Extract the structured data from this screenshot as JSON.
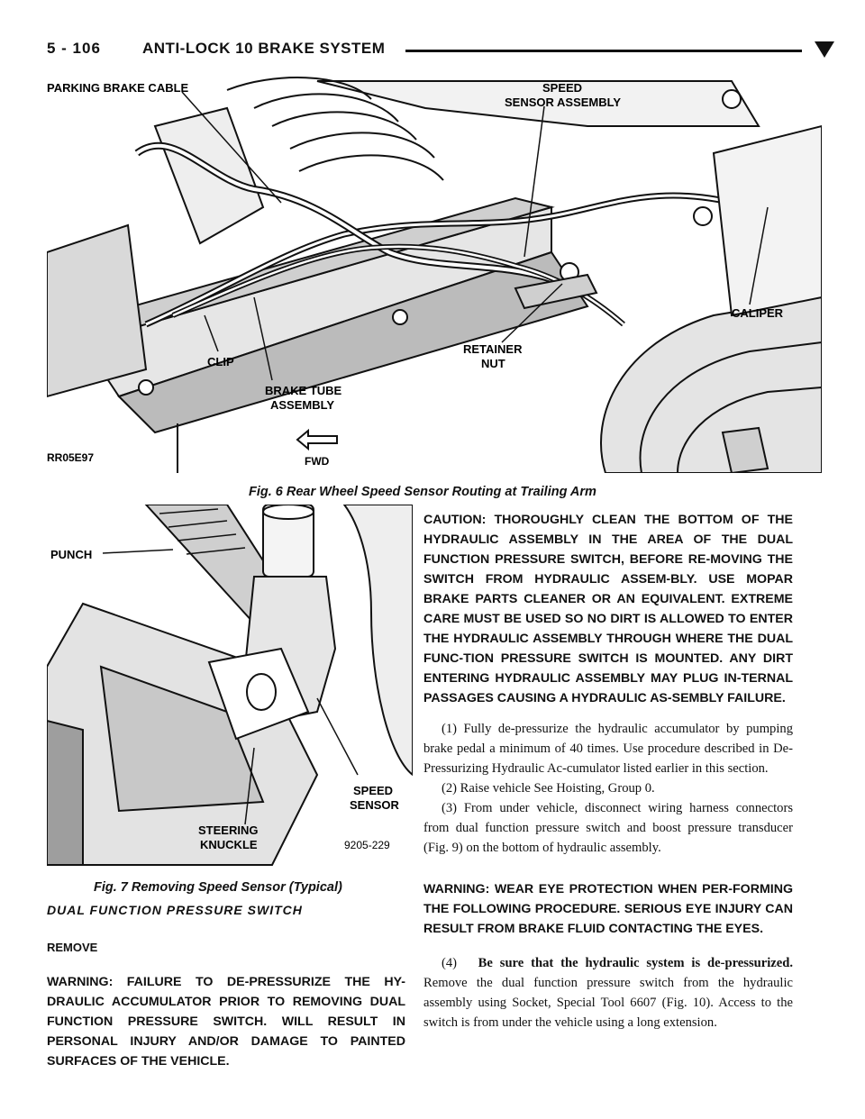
{
  "header": {
    "page_number": "5 - 106",
    "section_title": "ANTI-LOCK 10 BRAKE SYSTEM"
  },
  "figure6": {
    "labels": {
      "parking_brake_cable": "PARKING BRAKE CABLE",
      "speed_sensor_line1": "SPEED",
      "speed_sensor_line2": "SENSOR ASSEMBLY",
      "caliper": "CALIPER",
      "retainer_line1": "RETAINER",
      "retainer_line2": "NUT",
      "clip": "CLIP",
      "brake_tube_line1": "BRAKE TUBE",
      "brake_tube_line2": "ASSEMBLY",
      "code": "RR05E97",
      "fwd": "FWD"
    },
    "caption": "Fig. 6 Rear Wheel Speed Sensor Routing at Trailing Arm"
  },
  "figure7": {
    "labels": {
      "punch": "PUNCH",
      "speed_sensor_line1": "SPEED",
      "speed_sensor_line2": "SENSOR",
      "steering_line1": "STEERING",
      "steering_line2": "KNUCKLE",
      "code": "9205-229"
    },
    "caption": "Fig. 7 Removing Speed Sensor (Typical)"
  },
  "left_column": {
    "heading": "DUAL FUNCTION PRESSURE SWITCH",
    "subheading": "REMOVE",
    "warning": "WARNING: FAILURE TO DE-PRESSURIZE THE HY-DRAULIC ACCUMULATOR PRIOR TO REMOVING DUAL FUNCTION PRESSURE SWITCH. WILL RESULT IN PERSONAL INJURY AND/OR DAMAGE TO PAINTED SURFACES OF THE VEHICLE."
  },
  "right_column": {
    "caution": "CAUTION: THOROUGHLY CLEAN THE BOTTOM OF THE HYDRAULIC ASSEMBLY IN THE AREA OF THE DUAL FUNCTION PRESSURE SWITCH, BEFORE RE-MOVING THE SWITCH FROM HYDRAULIC ASSEM-BLY. USE MOPAR BRAKE PARTS CLEANER OR AN EQUIVALENT. EXTREME CARE MUST BE USED SO NO DIRT IS ALLOWED TO ENTER THE HYDRAULIC ASSEMBLY THROUGH WHERE THE DUAL FUNC-TION PRESSURE SWITCH IS MOUNTED. ANY DIRT ENTERING HYDRAULIC ASSEMBLY MAY PLUG IN-TERNAL PASSAGES CAUSING A HYDRAULIC AS-SEMBLY FAILURE.",
    "step1": "(1) Fully de-pressurize the hydraulic accumulator by pumping brake pedal a minimum of 40 times. Use procedure described in De-Pressurizing Hydraulic Ac-cumulator listed earlier in this section.",
    "step2": "(2) Raise vehicle See Hoisting, Group 0.",
    "step3": "(3) From under vehicle, disconnect wiring harness connectors from dual function pressure switch and boost pressure transducer (Fig. 9) on the bottom of hydraulic assembly.",
    "warning2": "WARNING: WEAR EYE PROTECTION WHEN PER-FORMING THE FOLLOWING PROCEDURE. SERIOUS EYE INJURY CAN RESULT FROM BRAKE FLUID CONTACTING THE EYES.",
    "step4_number": "(4)",
    "step4_bold": "Be sure that the hydraulic system is de-pressurized.",
    "step4_rest": "Remove the dual function pressure switch from the hydraulic assembly using Socket, Special Tool 6607 (Fig. 10). Access to the switch is from under the vehicle using a long extension."
  }
}
